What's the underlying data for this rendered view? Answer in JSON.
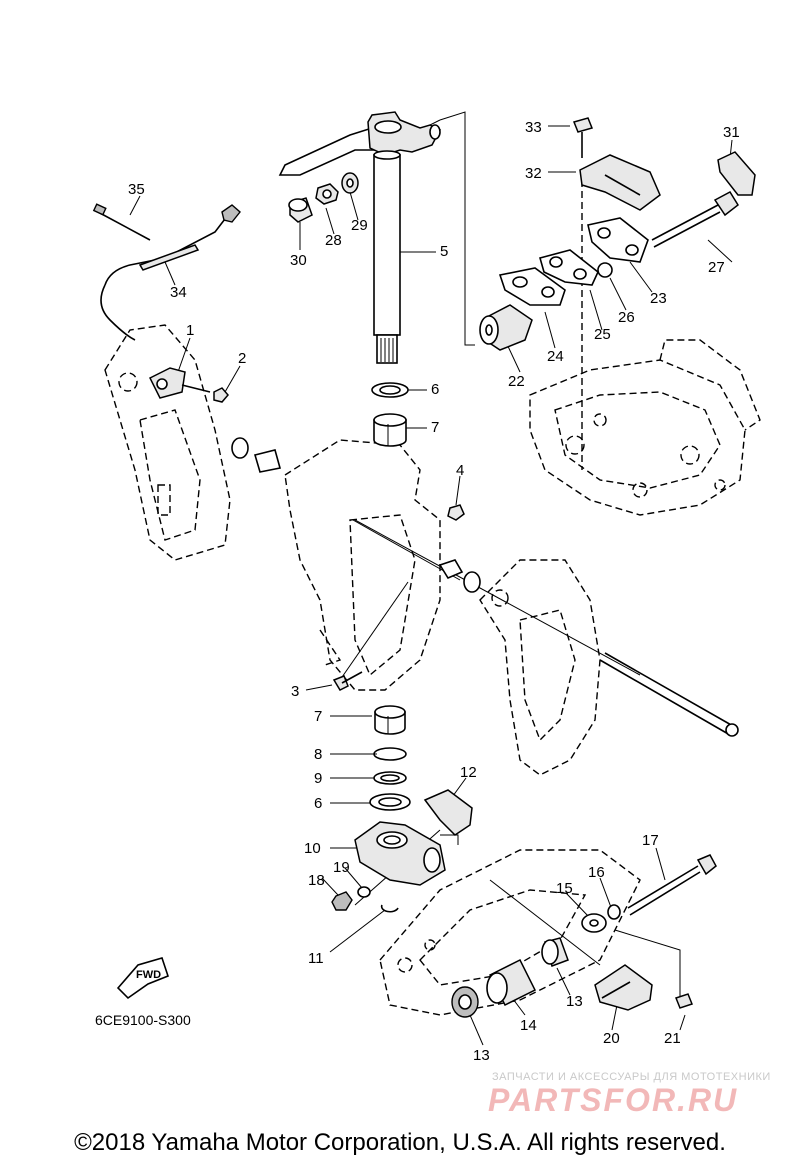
{
  "diagram": {
    "part_labels": [
      {
        "id": "1",
        "text": "1"
      },
      {
        "id": "2",
        "text": "2"
      },
      {
        "id": "3",
        "text": "3"
      },
      {
        "id": "4",
        "text": "4"
      },
      {
        "id": "5",
        "text": "5"
      },
      {
        "id": "6a",
        "text": "6"
      },
      {
        "id": "6b",
        "text": "6"
      },
      {
        "id": "7a",
        "text": "7"
      },
      {
        "id": "7b",
        "text": "7"
      },
      {
        "id": "8",
        "text": "8"
      },
      {
        "id": "9",
        "text": "9"
      },
      {
        "id": "10",
        "text": "10"
      },
      {
        "id": "11",
        "text": "11"
      },
      {
        "id": "12",
        "text": "12"
      },
      {
        "id": "13a",
        "text": "13"
      },
      {
        "id": "13b",
        "text": "13"
      },
      {
        "id": "14",
        "text": "14"
      },
      {
        "id": "15",
        "text": "15"
      },
      {
        "id": "16",
        "text": "16"
      },
      {
        "id": "17",
        "text": "17"
      },
      {
        "id": "18",
        "text": "18"
      },
      {
        "id": "19",
        "text": "19"
      },
      {
        "id": "20",
        "text": "20"
      },
      {
        "id": "21",
        "text": "21"
      },
      {
        "id": "22",
        "text": "22"
      },
      {
        "id": "23",
        "text": "23"
      },
      {
        "id": "24",
        "text": "24"
      },
      {
        "id": "25",
        "text": "25"
      },
      {
        "id": "26",
        "text": "26"
      },
      {
        "id": "27",
        "text": "27"
      },
      {
        "id": "28",
        "text": "28"
      },
      {
        "id": "29",
        "text": "29"
      },
      {
        "id": "30",
        "text": "30"
      },
      {
        "id": "31",
        "text": "31"
      },
      {
        "id": "32",
        "text": "32"
      },
      {
        "id": "33",
        "text": "33"
      },
      {
        "id": "34",
        "text": "34"
      },
      {
        "id": "35",
        "text": "35"
      }
    ],
    "fwd_label": "FWD",
    "diagram_code": "6CE9100-S300"
  },
  "watermark": {
    "tagline": "ЗАПЧАСТИ И АКСЕССУАРЫ ДЛЯ МОТОТЕХНИКИ",
    "brand": "PARTSFOR.RU"
  },
  "footer": {
    "copyright": "©2018 Yamaha Motor Corporation, U.S.A. All rights reserved."
  }
}
